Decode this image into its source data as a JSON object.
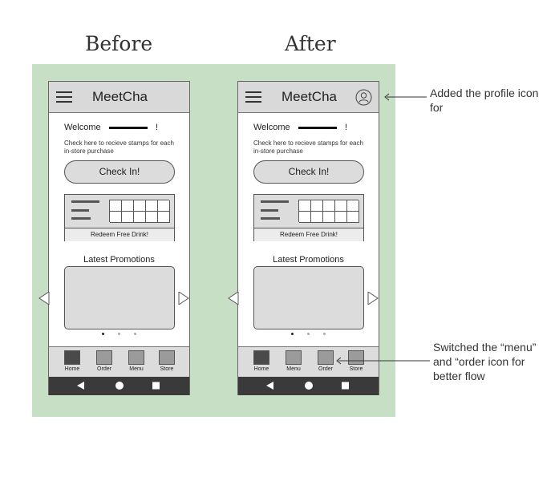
{
  "headings": {
    "before": "Before",
    "after": "After"
  },
  "colors": {
    "board": "#c7dfc4",
    "appbar": "#d9d9d9",
    "system_bar": "#3a3a3a",
    "active_tab": "#4a4a4a",
    "tab_icon": "#9b9b9b"
  },
  "icons": {
    "menu": "hamburger-icon",
    "profile": "profile-icon",
    "carousel_prev": "triangle-left-icon",
    "carousel_next": "triangle-right-icon",
    "sys_back": "back-triangle-icon",
    "sys_home": "circle-icon",
    "sys_recent": "square-icon"
  },
  "before": {
    "app_title": "MeetCha",
    "welcome_text": "Welcome",
    "welcome_end": "!",
    "stamp_hint": "Check here to recieve stamps for each in-store purchase",
    "checkin_label": "Check In!",
    "redeem_label": "Redeem Free Drink!",
    "promo_heading": "Latest Promotions",
    "carousel_dots": 3,
    "active_dot": 1,
    "tabs": [
      "Home",
      "Order",
      "Menu",
      "Store"
    ]
  },
  "after": {
    "app_title": "MeetCha",
    "welcome_text": "Welcome",
    "welcome_end": "!",
    "stamp_hint": "Check here to recieve stamps for each in-store purchase",
    "checkin_label": "Check In!",
    "redeem_label": "Redeem Free Drink!",
    "promo_heading": "Latest Promotions",
    "carousel_dots": 3,
    "active_dot": 1,
    "tabs": [
      "Home",
      "Menu",
      "Order",
      "Store"
    ]
  },
  "notes": {
    "profile": "Added the profile icon for",
    "tabs": "Switched the “menu” and “order icon for better flow"
  }
}
